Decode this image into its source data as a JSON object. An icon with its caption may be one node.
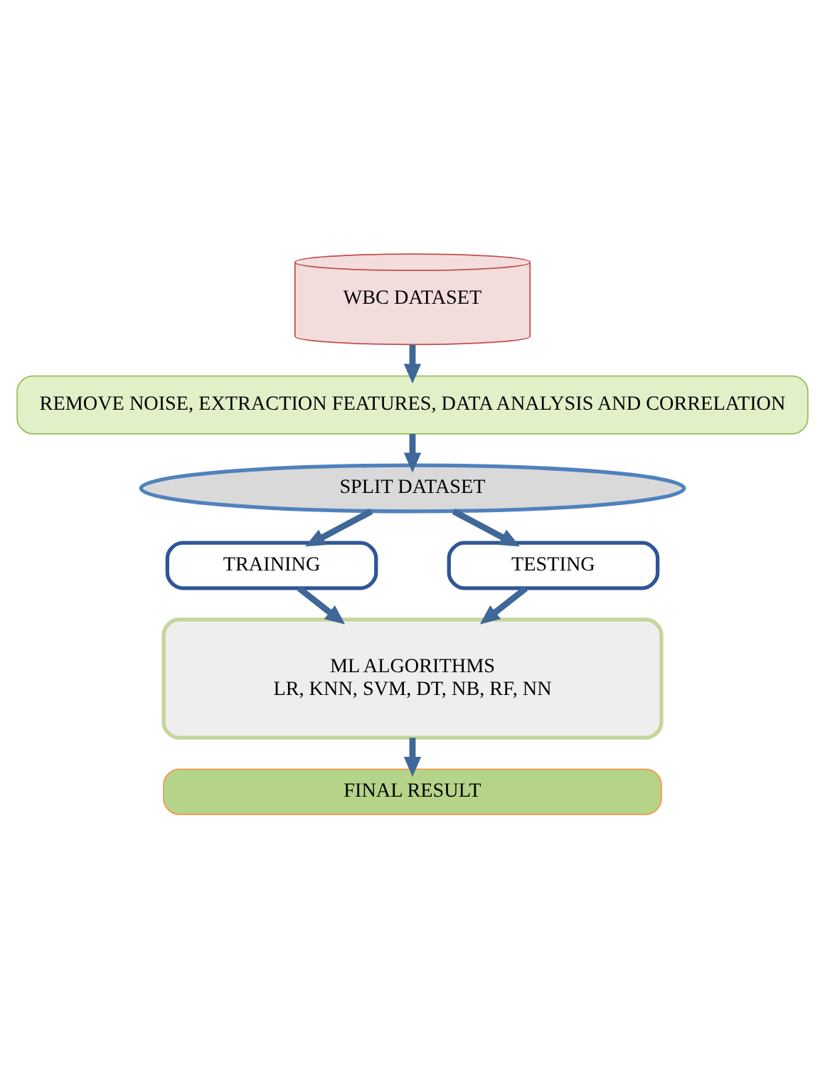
{
  "diagram": {
    "nodes": [
      {
        "text": [
          "WBC DATASET"
        ]
      },
      {
        "text": [
          "REMOVE NOISE, EXTRACTION FEATURES, DATA ANALYSIS AND CORRELATION"
        ]
      },
      {
        "text": [
          "SPLIT DATASET"
        ]
      },
      {
        "text": [
          "TRAINING"
        ]
      },
      {
        "text": [
          "TESTING"
        ]
      },
      {
        "text": [
          "ML ALGORITHMS",
          "LR, KNN, SVM, DT, NB, RF, NN"
        ]
      },
      {
        "text": [
          "FINAL RESULT"
        ]
      }
    ],
    "edges": [
      {
        "from": 0,
        "to": 1,
        "arrow": "to"
      },
      {
        "from": 1,
        "to": 2,
        "arrow": "to"
      },
      {
        "from": 2,
        "to": 3,
        "arrow": "to"
      },
      {
        "from": 2,
        "to": 4,
        "arrow": "to"
      },
      {
        "from": 3,
        "to": 5,
        "arrow": "to"
      },
      {
        "from": 4,
        "to": 5,
        "arrow": "to"
      },
      {
        "from": 5,
        "to": 6,
        "arrow": "to"
      }
    ]
  }
}
